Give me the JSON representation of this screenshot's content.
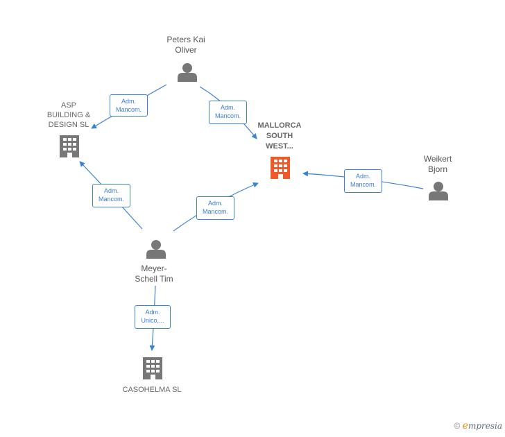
{
  "people": {
    "peters": {
      "line1": "Peters Kai",
      "line2": "Oliver"
    },
    "weikert": {
      "line1": "Weikert",
      "line2": "Bjorn"
    },
    "meyer": {
      "line1": "Meyer-",
      "line2": "Schell Tim"
    }
  },
  "companies": {
    "asp": {
      "line1": "ASP",
      "line2": "BUILDING &",
      "line3": "DESIGN  SL"
    },
    "mallorca": {
      "line1": "MALLORCA",
      "line2": "SOUTH",
      "line3": "WEST..."
    },
    "casohelma": {
      "line1": "CASOHELMA  SL"
    }
  },
  "edges": {
    "peters_asp": {
      "line1": "Adm.",
      "line2": "Mancom."
    },
    "peters_mallorca": {
      "line1": "Adm.",
      "line2": "Mancom."
    },
    "weikert_mallorca": {
      "line1": "Adm.",
      "line2": "Mancom."
    },
    "meyer_asp": {
      "line1": "Adm.",
      "line2": "Mancom."
    },
    "meyer_mallorca": {
      "line1": "Adm.",
      "line2": "Mancom."
    },
    "meyer_casohelma": {
      "line1": "Adm.",
      "line2": "Unico,..."
    }
  },
  "colors": {
    "edge": "#3b82d6",
    "person": "#777777",
    "company": "#777777",
    "main_company": "#f05a28"
  },
  "watermark": {
    "copyright": "©",
    "brand_initial": "e",
    "brand_rest": "mpresia"
  }
}
